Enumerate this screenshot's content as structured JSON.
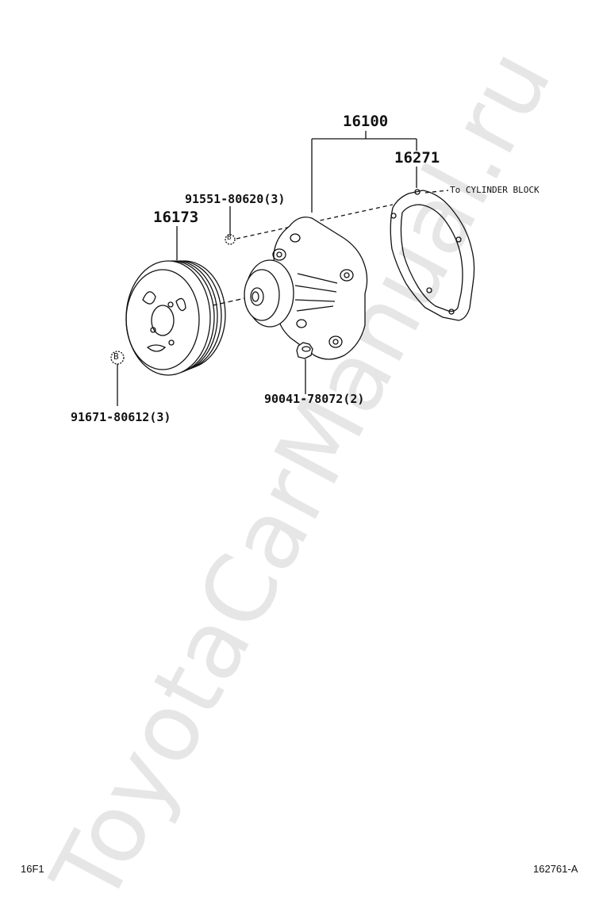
{
  "watermark": "ToyotaCarManual.ru",
  "parts": {
    "water_pump_assy": "16100",
    "gasket": "16271",
    "pulley": "16173",
    "bolt_b_upper": "91551-80620(3)",
    "stud_nut": "90041-78072(2)",
    "bolt_b_lower": "91671-80612(3)"
  },
  "note": "To CYLINDER BLOCK",
  "marker_letter": "B",
  "footer": {
    "left": "16F1",
    "right": "162761-A"
  }
}
